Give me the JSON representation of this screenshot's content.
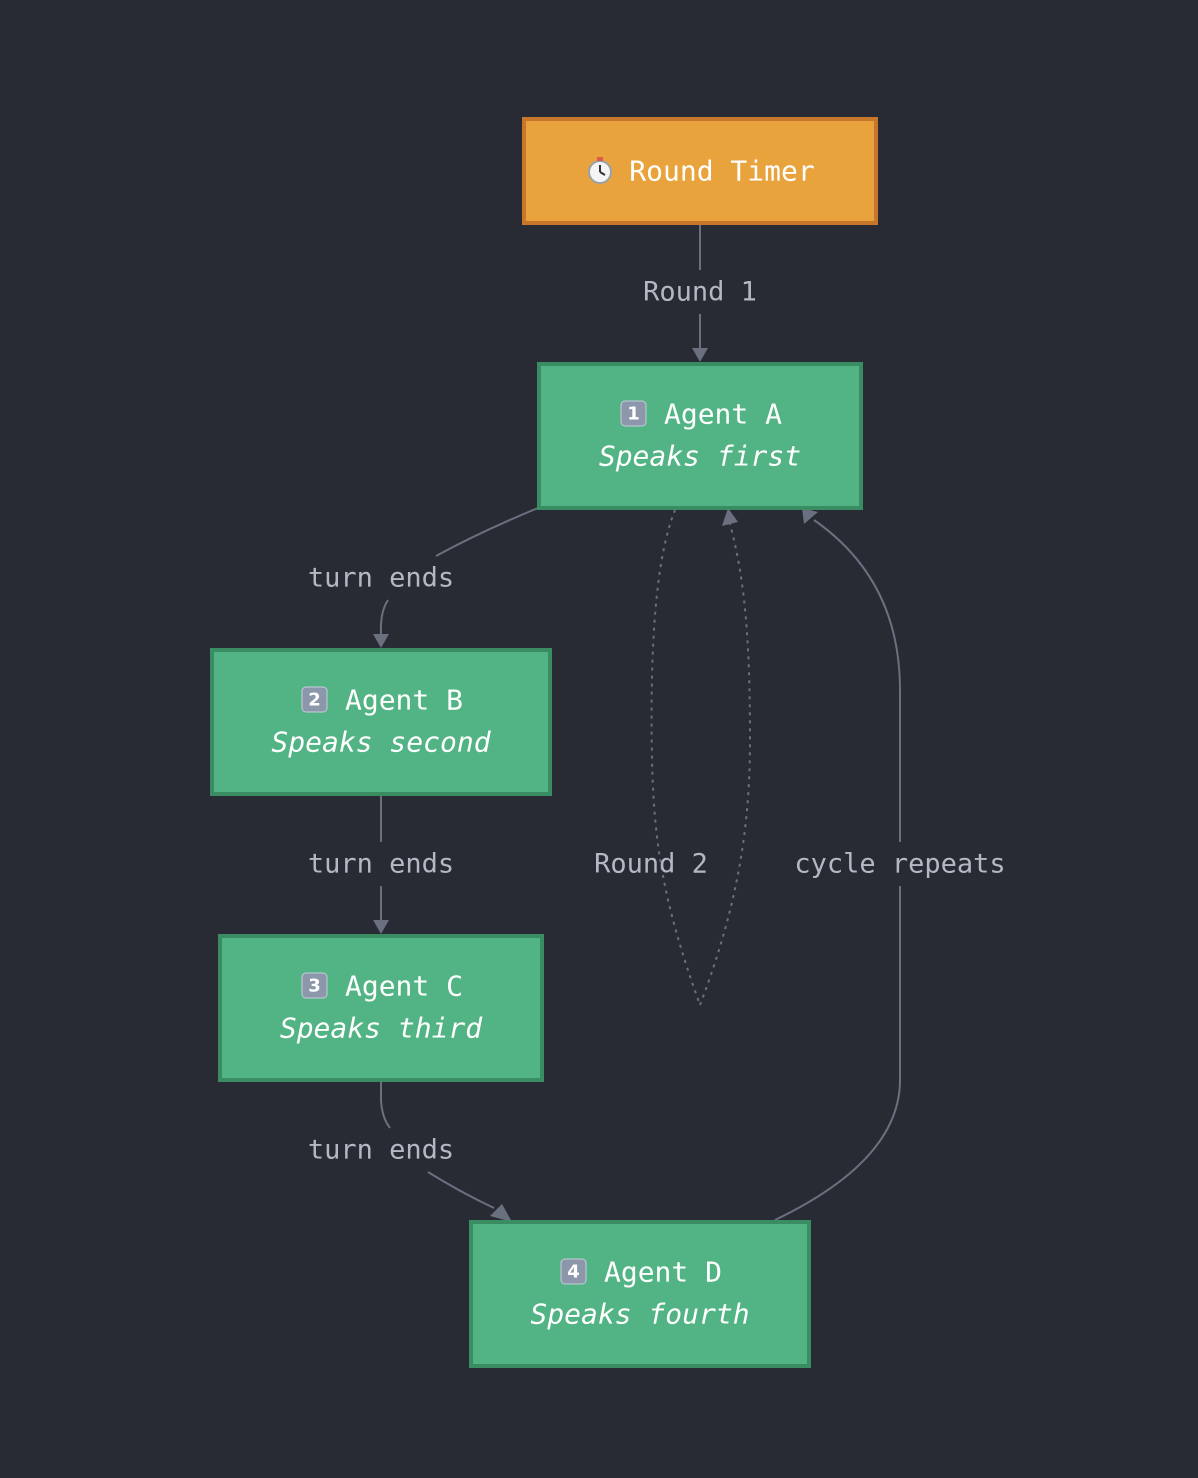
{
  "colors": {
    "background": "#282b33",
    "timer_fill": "#e8a33c",
    "timer_stroke": "#c8762a",
    "agent_fill": "#52b484",
    "agent_stroke": "#3a8c62",
    "edge": "#6b7080",
    "edge_label": "#b4b8c4"
  },
  "nodes": {
    "timer": {
      "icon": "stopwatch-icon",
      "title": "Round Timer"
    },
    "agent_a": {
      "badge": "1",
      "title": "Agent A",
      "subtitle": "Speaks first"
    },
    "agent_b": {
      "badge": "2",
      "title": "Agent B",
      "subtitle": "Speaks second"
    },
    "agent_c": {
      "badge": "3",
      "title": "Agent C",
      "subtitle": "Speaks third"
    },
    "agent_d": {
      "badge": "4",
      "title": "Agent D",
      "subtitle": "Speaks fourth"
    }
  },
  "edges": {
    "timer_to_a": "Round 1",
    "a_to_b": "turn ends",
    "b_to_c": "turn ends",
    "c_to_d": "turn ends",
    "round2_loop": "Round 2",
    "d_to_a": "cycle repeats"
  }
}
